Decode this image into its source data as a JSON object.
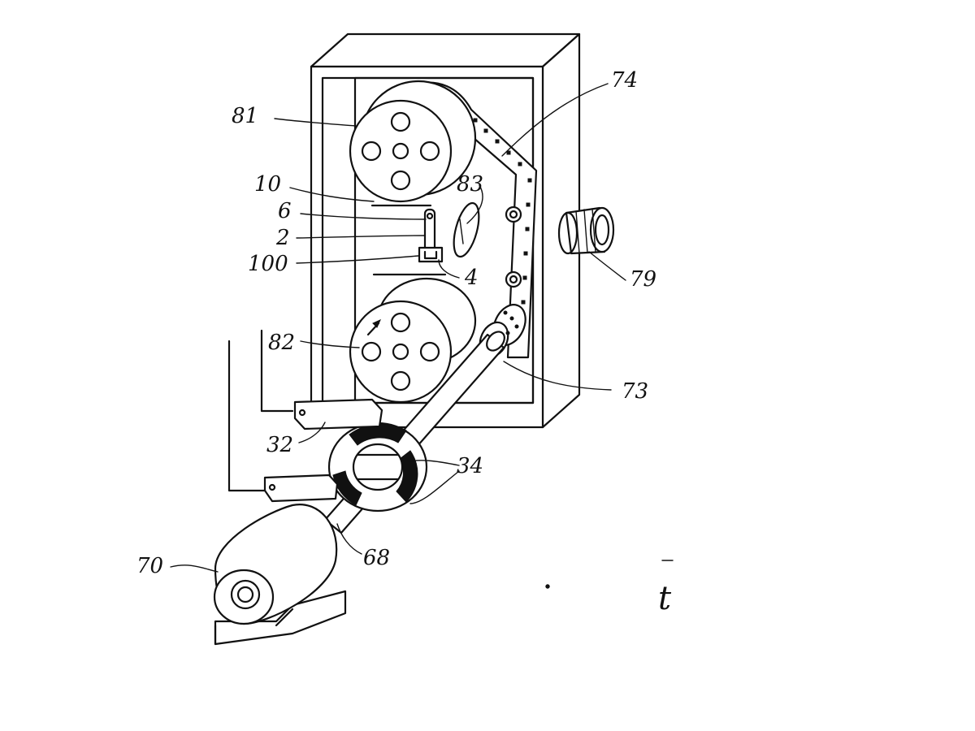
{
  "figure": {
    "reference_numerals": {
      "r81": "81",
      "r74": "74",
      "r10": "10",
      "r83": "83",
      "r6": "6",
      "r2": "2",
      "r100": "100",
      "r4": "4",
      "r79": "79",
      "r82": "82",
      "r73": "73",
      "r32": "32",
      "r34": "34",
      "r70": "70",
      "r68": "68"
    },
    "edge_fragment": "t"
  }
}
